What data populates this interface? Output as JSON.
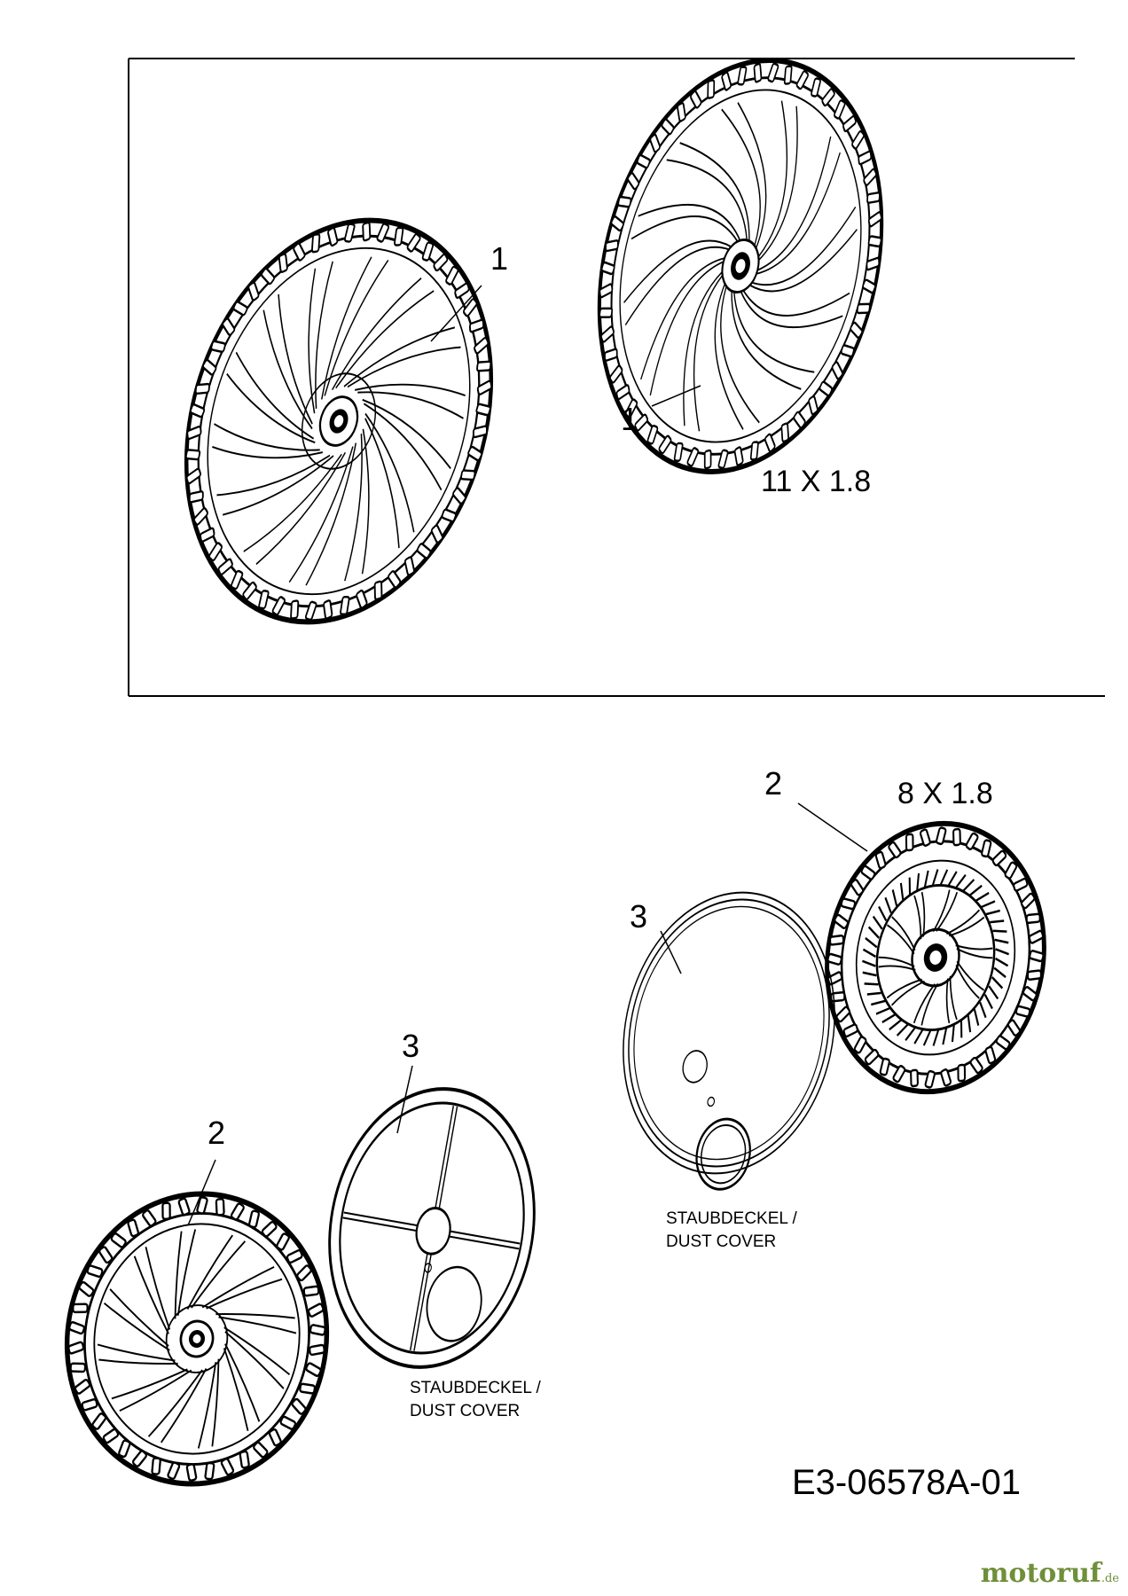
{
  "callouts": {
    "top_wheel_left": "1",
    "top_wheel_right": "1",
    "bottom_wheel_right": "2",
    "bottom_wheel_left": "2",
    "cover_right": "3",
    "cover_left": "3"
  },
  "sizes": {
    "large": "11 X 1.8",
    "small": "8 X 1.8"
  },
  "dust_cover_right": {
    "line1": "STAUBDECKEL /",
    "line2": "DUST COVER"
  },
  "dust_cover_left": {
    "line1": "STAUBDECKEL /",
    "line2": "DUST COVER"
  },
  "drawing_code": "E3-06578A-01",
  "watermark": {
    "main": "motoruf",
    "suffix": ".de",
    "color": "#6f8f3a"
  }
}
